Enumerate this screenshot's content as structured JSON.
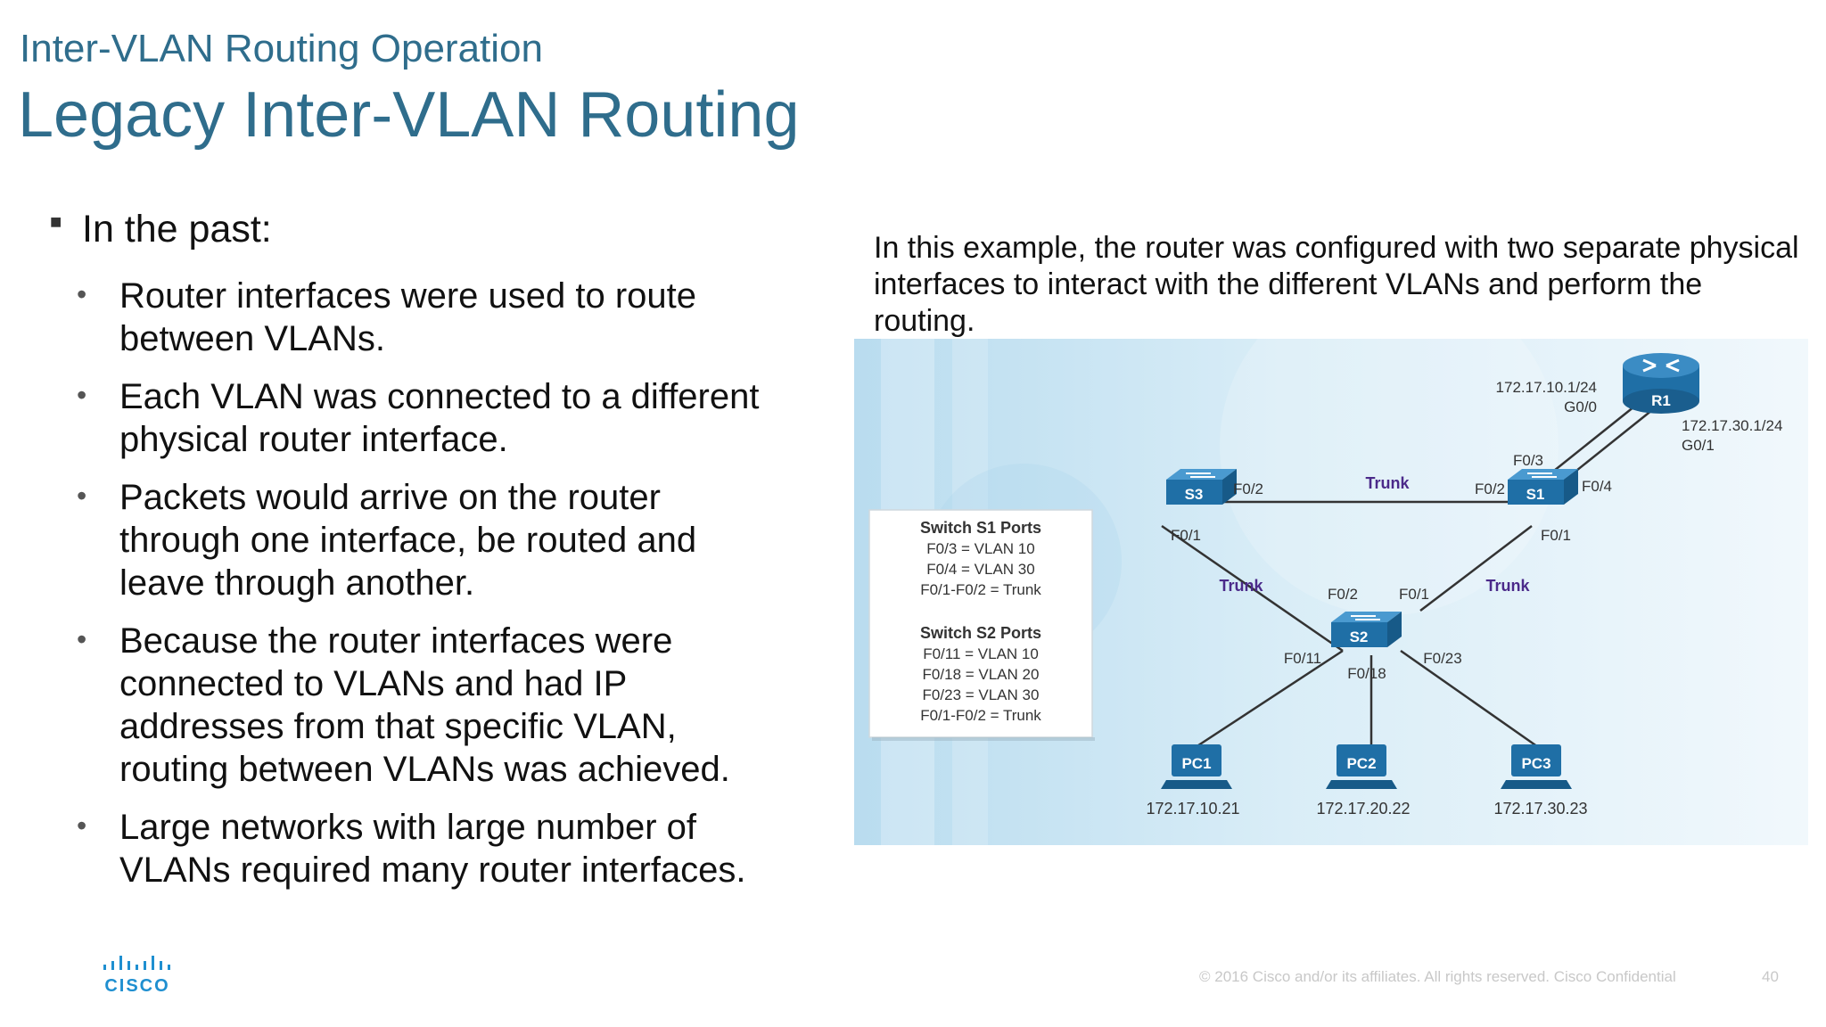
{
  "header": {
    "subtitle": "Inter-VLAN Routing Operation",
    "title": "Legacy Inter-VLAN Routing"
  },
  "content": {
    "main_bullet": "In the past:",
    "sub_bullets": [
      "Router interfaces were used to route between VLANs.",
      "Each VLAN was connected to a different physical router interface.",
      "Packets would arrive on the router through one interface, be routed and leave through another.",
      "Because the router interfaces were connected to VLANs and had IP addresses from that specific VLAN, routing between VLANs was achieved.",
      "Large networks with large number of VLANs required many router interfaces."
    ]
  },
  "caption": "In this example, the router was configured with two separate physical interfaces to interact with the different VLANs and perform the routing.",
  "diagram": {
    "router": {
      "name": "R1",
      "ip_left": "172.17.10.1/24",
      "if_left": "G0/0",
      "ip_right": "172.17.30.1/24",
      "if_right": "G0/1"
    },
    "switches": {
      "s1": "S1",
      "s2": "S2",
      "s3": "S3"
    },
    "ports": {
      "s1_f03": "F0/3",
      "s1_f04": "F0/4",
      "s1_f02": "F0/2",
      "s1_f01": "F0/1",
      "s3_f02": "F0/2",
      "s3_f01": "F0/1",
      "s2_f02": "F0/2",
      "s2_f01": "F0/1",
      "s2_f011": "F0/11",
      "s2_f018": "F0/18",
      "s2_f023": "F0/23"
    },
    "trunk_labels": [
      "Trunk",
      "Trunk",
      "Trunk"
    ],
    "pcs": [
      {
        "name": "PC1",
        "ip": "172.17.10.21"
      },
      {
        "name": "PC2",
        "ip": "172.17.20.22"
      },
      {
        "name": "PC3",
        "ip": "172.17.30.23"
      }
    ],
    "legend": {
      "s1_title": "Switch S1 Ports",
      "s1_lines": [
        "F0/3 = VLAN 10",
        "F0/4 = VLAN 30",
        "F0/1-F0/2 = Trunk"
      ],
      "s2_title": "Switch S2 Ports",
      "s2_lines": [
        "F0/11 = VLAN 10",
        "F0/18 = VLAN 20",
        "F0/23 = VLAN 30",
        "F0/1-F0/2 = Trunk"
      ]
    },
    "colors": {
      "device_blue": "#1f6fa6",
      "trunk_label": "#4b2a8a",
      "background_light": "#eaf5fb",
      "background_mid": "#c9e4f2"
    }
  },
  "footer": {
    "logo_text": "CISCO",
    "copyright": "© 2016  Cisco and/or its affiliates. All rights reserved.   Cisco Confidential",
    "page_number": "40"
  }
}
